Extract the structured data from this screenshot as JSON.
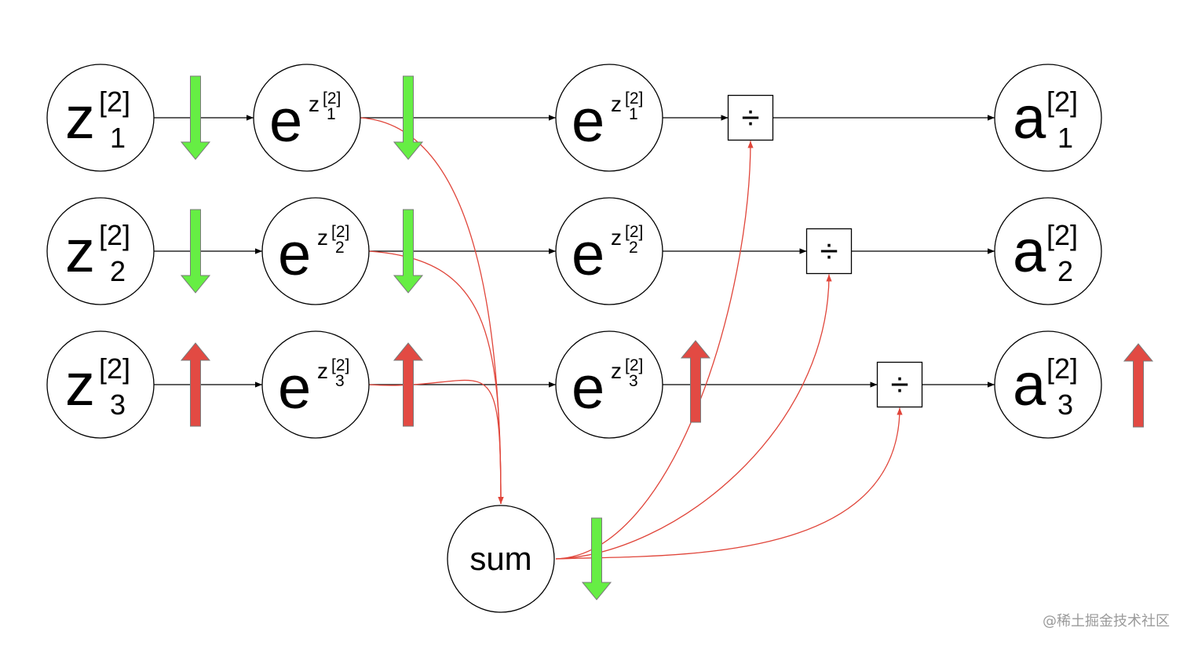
{
  "diagram": {
    "colors": {
      "node_stroke": "#000000",
      "edge": "#000000",
      "sum_edge": "#e0453a",
      "decrease_arrow": "#66ee44",
      "increase_arrow": "#e24a43"
    },
    "layers": [
      {
        "id": "z",
        "nodes": [
          {
            "id": "z1",
            "base": "z",
            "sup": "[2]",
            "sub": "1"
          },
          {
            "id": "z2",
            "base": "z",
            "sup": "[2]",
            "sub": "2"
          },
          {
            "id": "z3",
            "base": "z",
            "sup": "[2]",
            "sub": "3"
          }
        ]
      },
      {
        "id": "exp",
        "nodes": [
          {
            "id": "e1",
            "base": "e",
            "exp_base": "z",
            "exp_sup": "[2]",
            "exp_sub": "1"
          },
          {
            "id": "e2",
            "base": "e",
            "exp_base": "z",
            "exp_sup": "[2]",
            "exp_sub": "2"
          },
          {
            "id": "e3",
            "base": "e",
            "exp_base": "z",
            "exp_sup": "[2]",
            "exp_sub": "3"
          }
        ]
      },
      {
        "id": "exp_copy",
        "nodes": [
          {
            "id": "c1",
            "base": "e",
            "exp_base": "z",
            "exp_sup": "[2]",
            "exp_sub": "1"
          },
          {
            "id": "c2",
            "base": "e",
            "exp_base": "z",
            "exp_sup": "[2]",
            "exp_sub": "2"
          },
          {
            "id": "c3",
            "base": "e",
            "exp_base": "z",
            "exp_sup": "[2]",
            "exp_sub": "3"
          }
        ]
      },
      {
        "id": "div",
        "nodes": [
          {
            "id": "d1",
            "symbol": "÷"
          },
          {
            "id": "d2",
            "symbol": "÷"
          },
          {
            "id": "d3",
            "symbol": "÷"
          }
        ]
      },
      {
        "id": "a",
        "nodes": [
          {
            "id": "a1",
            "base": "a",
            "sup": "[2]",
            "sub": "1"
          },
          {
            "id": "a2",
            "base": "a",
            "sup": "[2]",
            "sub": "2"
          },
          {
            "id": "a3",
            "base": "a",
            "sup": "[2]",
            "sub": "3"
          }
        ]
      }
    ],
    "sum_node": {
      "id": "sum",
      "label": "sum"
    },
    "edges": [
      {
        "from": "z1",
        "to": "e1"
      },
      {
        "from": "e1",
        "to": "c1"
      },
      {
        "from": "c1",
        "to": "d1"
      },
      {
        "from": "d1",
        "to": "a1"
      },
      {
        "from": "z2",
        "to": "e2"
      },
      {
        "from": "e2",
        "to": "c2"
      },
      {
        "from": "c2",
        "to": "d2"
      },
      {
        "from": "d2",
        "to": "a2"
      },
      {
        "from": "z3",
        "to": "e3"
      },
      {
        "from": "e3",
        "to": "c3"
      },
      {
        "from": "c3",
        "to": "d3"
      },
      {
        "from": "d3",
        "to": "a3"
      }
    ],
    "sum_edges": [
      {
        "from": "e1",
        "to": "sum"
      },
      {
        "from": "e2",
        "to": "sum"
      },
      {
        "from": "e3",
        "to": "sum"
      },
      {
        "from": "sum",
        "to": "d1"
      },
      {
        "from": "sum",
        "to": "d2"
      },
      {
        "from": "sum",
        "to": "d3"
      }
    ],
    "change_arrows": [
      {
        "after": "z1",
        "direction": "down"
      },
      {
        "after": "e1",
        "direction": "down"
      },
      {
        "after": "z2",
        "direction": "down"
      },
      {
        "after": "e2",
        "direction": "down"
      },
      {
        "after": "z3",
        "direction": "up"
      },
      {
        "after": "e3",
        "direction": "up"
      },
      {
        "after": "c3",
        "direction": "up"
      },
      {
        "after": "a3",
        "direction": "up"
      },
      {
        "after": "sum",
        "direction": "down"
      }
    ]
  },
  "watermark": "@稀土掘金技术社区"
}
